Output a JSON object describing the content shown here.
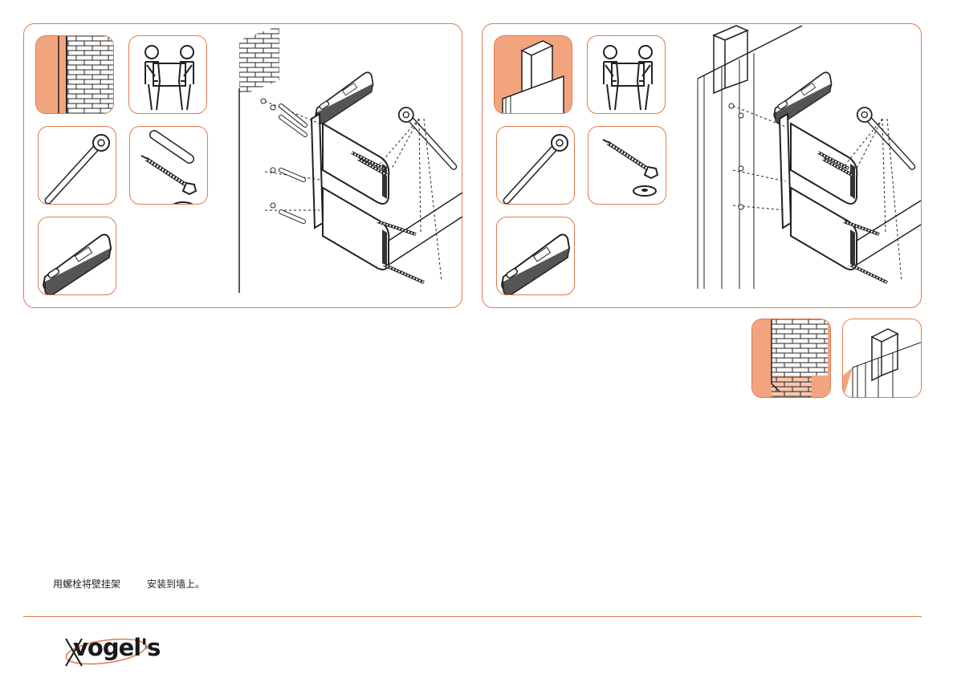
{
  "instruction": {
    "part1": "用螺栓将壁挂架",
    "part2": "安装到墙上。"
  },
  "brand": {
    "logo_text": "vogel's",
    "registered_mark": "®",
    "accent_color": "#e07a4e",
    "fill_color": "#f2a47e"
  },
  "icons": {
    "left_panel": [
      "brick-wall-icon",
      "two-person-lift-icon",
      "socket-wrench-icon",
      "plug-and-screw-icon",
      "level-tool-icon"
    ],
    "right_panel": [
      "wood-stud-wall-icon",
      "two-person-lift-icon",
      "socket-wrench-icon",
      "lag-screw-and-washer-icon",
      "level-tool-icon"
    ],
    "wall_types": [
      "brick-wall-icon",
      "wood-stud-wall-icon"
    ]
  }
}
